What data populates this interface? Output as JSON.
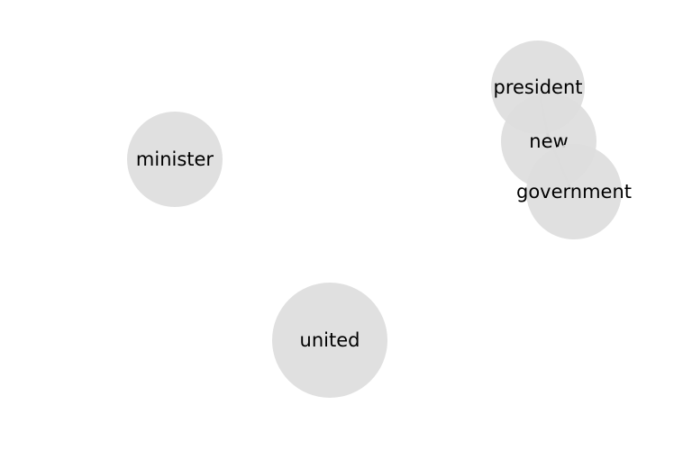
{
  "diagram": {
    "type": "word-network",
    "nodes": [
      {
        "id": "minister",
        "label": "minister"
      },
      {
        "id": "united",
        "label": "united"
      },
      {
        "id": "president",
        "label": "president"
      },
      {
        "id": "new",
        "label": "new"
      },
      {
        "id": "government",
        "label": "government"
      }
    ],
    "edges": [
      {
        "source": "president",
        "target": "new"
      },
      {
        "source": "new",
        "target": "government"
      }
    ],
    "colors": {
      "node_fill": "#dddddd",
      "edge": "#a6a6a6",
      "label": "#000000",
      "background": "#ffffff"
    }
  }
}
